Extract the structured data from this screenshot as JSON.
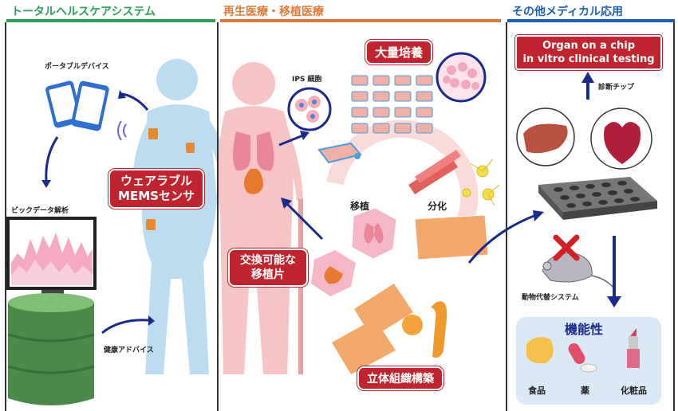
{
  "panels": {
    "total_health": {
      "title": "トータルヘルスケアシステム",
      "color": "#2e9e5b"
    },
    "regen": {
      "title": "再生医療・移植医療",
      "color": "#e07a3a"
    },
    "medical": {
      "title": "その他メディカル応用",
      "color": "#1f5fb5"
    }
  },
  "labels": {
    "portable": "ポータブルデバイス",
    "bigdata": "ビックデータ解析",
    "health_advice": "健康アドバイス",
    "wearable_line1": "ウェアラブル",
    "wearable_line2": "MEMSセンサ",
    "ips": "IPS 細胞",
    "mass_culture": "大量培養",
    "transplant": "移植",
    "differentiation": "分化",
    "exchangeable_line1": "交換可能な",
    "exchangeable_line2": "移植片",
    "tissue_build": "立体組織構築",
    "organ_chip_line1": "Organ on a chip",
    "organ_chip_line2": "in vitro clinical testing",
    "diagnostic_chip": "診断チップ",
    "animal_alt": "動物代替システム",
    "functional": "機能性",
    "food": "食品",
    "medicine": "薬",
    "cosmetics": "化粧品"
  },
  "colors": {
    "badge": "#c0252f",
    "arrow": "#1a2a8c",
    "body_blue": "#bcdcf2",
    "body_pink": "#f6c4c4"
  }
}
